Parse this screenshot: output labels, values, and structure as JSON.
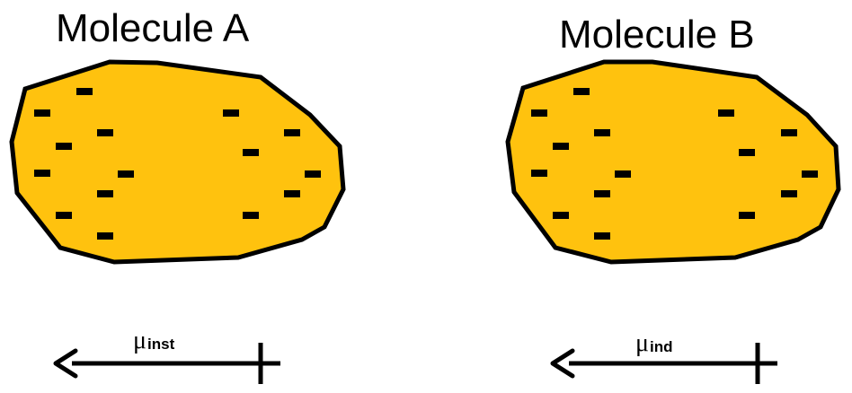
{
  "molecules": [
    {
      "title": "Molecule A",
      "dipole": {
        "symbol": "μ",
        "subscript": "inst"
      }
    },
    {
      "title": "Molecule B",
      "dipole": {
        "symbol": "μ",
        "subscript": "ind"
      }
    }
  ],
  "colors": {
    "molecule_fill": "#FFC20E",
    "outline": "#000000",
    "charge": "#000000",
    "arrow": "#000000"
  },
  "icons": {
    "charge": "negative-charge-dash",
    "dipole": "dipole-arrow-with-cross"
  }
}
